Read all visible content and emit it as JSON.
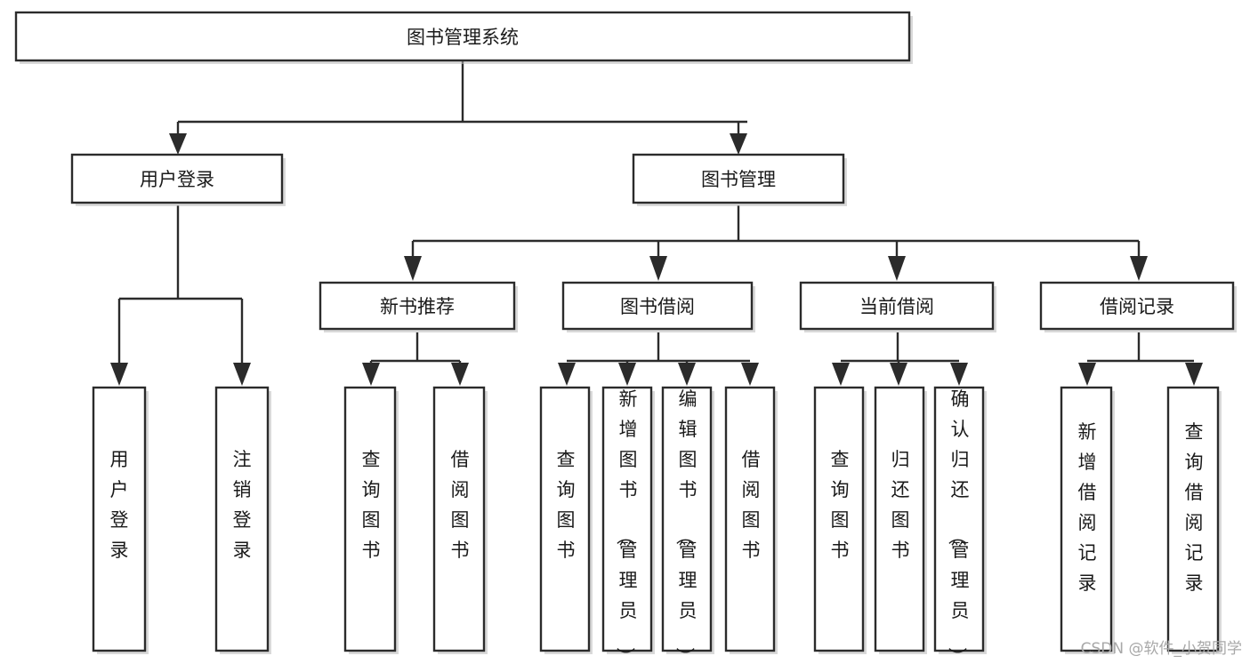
{
  "diagram": {
    "title": "图书管理系统",
    "type": "tree-hierarchy",
    "orientation": "top-down",
    "root": {
      "id": "root",
      "label": "图书管理系统"
    },
    "level1": [
      {
        "id": "user-login",
        "label": "用户登录"
      },
      {
        "id": "book-manage",
        "label": "图书管理"
      }
    ],
    "level2": [
      {
        "id": "new-book-recommend",
        "label": "新书推荐",
        "parent": "book-manage"
      },
      {
        "id": "book-borrow",
        "label": "图书借阅",
        "parent": "book-manage"
      },
      {
        "id": "current-borrow",
        "label": "当前借阅",
        "parent": "book-manage"
      },
      {
        "id": "borrow-record",
        "label": "借阅记录",
        "parent": "book-manage"
      }
    ],
    "leaves": [
      {
        "id": "leaf-user-login",
        "label": "用户登录",
        "parent": "user-login"
      },
      {
        "id": "leaf-user-logout",
        "label": "注销登录",
        "parent": "user-login"
      },
      {
        "id": "leaf-query-book-1",
        "label": "查询图书",
        "parent": "new-book-recommend"
      },
      {
        "id": "leaf-borrow-book-1",
        "label": "借阅图书",
        "parent": "new-book-recommend"
      },
      {
        "id": "leaf-query-book-2",
        "label": "查询图书",
        "parent": "book-borrow"
      },
      {
        "id": "leaf-add-book",
        "label": "新增图书（管理员）",
        "parent": "book-borrow"
      },
      {
        "id": "leaf-edit-book",
        "label": "编辑图书（管理员）",
        "parent": "book-borrow"
      },
      {
        "id": "leaf-borrow-book-2",
        "label": "借阅图书",
        "parent": "book-borrow"
      },
      {
        "id": "leaf-query-book-3",
        "label": "查询图书",
        "parent": "current-borrow"
      },
      {
        "id": "leaf-return-book",
        "label": "归还图书",
        "parent": "current-borrow"
      },
      {
        "id": "leaf-confirm-return",
        "label": "确认归还（管理员）",
        "parent": "current-borrow"
      },
      {
        "id": "leaf-add-record",
        "label": "新增借阅记录",
        "parent": "borrow-record"
      },
      {
        "id": "leaf-query-record",
        "label": "查询借阅记录",
        "parent": "borrow-record"
      }
    ]
  },
  "watermark": {
    "text": "CSDN @软件_小贺同学"
  },
  "colors": {
    "background": "#ffffff",
    "box_fill": "#ffffff",
    "box_stroke": "#2b2b2b",
    "connector": "#2b2b2b",
    "text": "#1a1a1a",
    "watermark": "#a8a8a8",
    "box_shadow": "#b9b9b9"
  }
}
